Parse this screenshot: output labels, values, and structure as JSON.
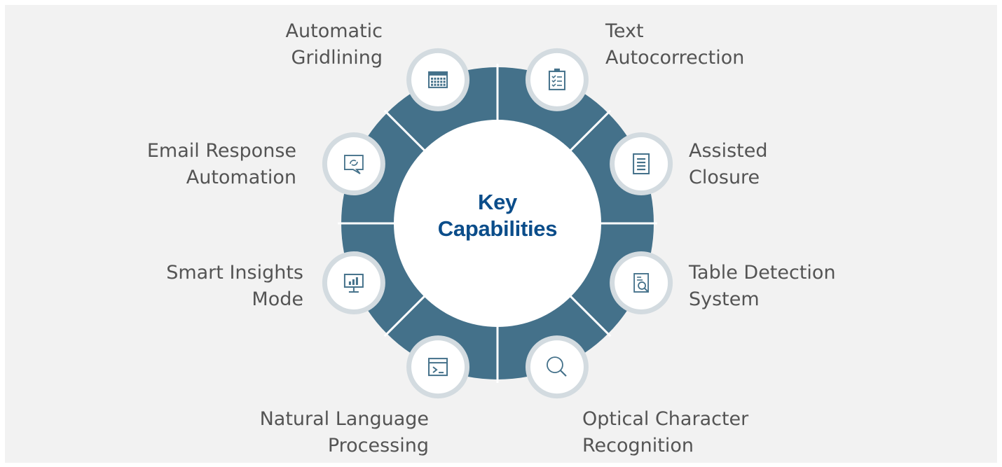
{
  "center": {
    "line1": "Key",
    "line2": "Capabilities"
  },
  "capabilities": [
    {
      "id": "gridlining",
      "line1": "Automatic",
      "line2": "Gridlining",
      "icon": "grid-table-icon"
    },
    {
      "id": "autocorrection",
      "line1": "Text",
      "line2": "Autocorrection",
      "icon": "clipboard-checklist-icon"
    },
    {
      "id": "closure",
      "line1": "Assisted",
      "line2": "Closure",
      "icon": "document-lines-icon"
    },
    {
      "id": "tabledetection",
      "line1": "Table Detection",
      "line2": "System",
      "icon": "document-search-icon"
    },
    {
      "id": "ocr",
      "line1": "Optical Character",
      "line2": "Recognition",
      "icon": "magnifier-icon"
    },
    {
      "id": "nlp",
      "line1": "Natural Language",
      "line2": "Processing",
      "icon": "terminal-window-icon"
    },
    {
      "id": "insights",
      "line1": "Smart Insights",
      "line2": "Mode",
      "icon": "presentation-chart-icon"
    },
    {
      "id": "email",
      "line1": "Email Response",
      "line2": "Automation",
      "icon": "chat-refresh-icon"
    }
  ],
  "colors": {
    "background": "#f2f2f2",
    "ring": "#44718a",
    "divider": "#ffffff",
    "center_fill": "#ffffff",
    "center_text": "#0b4d8a",
    "icon_circle": "#ffffff",
    "icon_halo": "#d3dbe0",
    "icon_stroke": "#44718a",
    "label_text": "#545454"
  }
}
